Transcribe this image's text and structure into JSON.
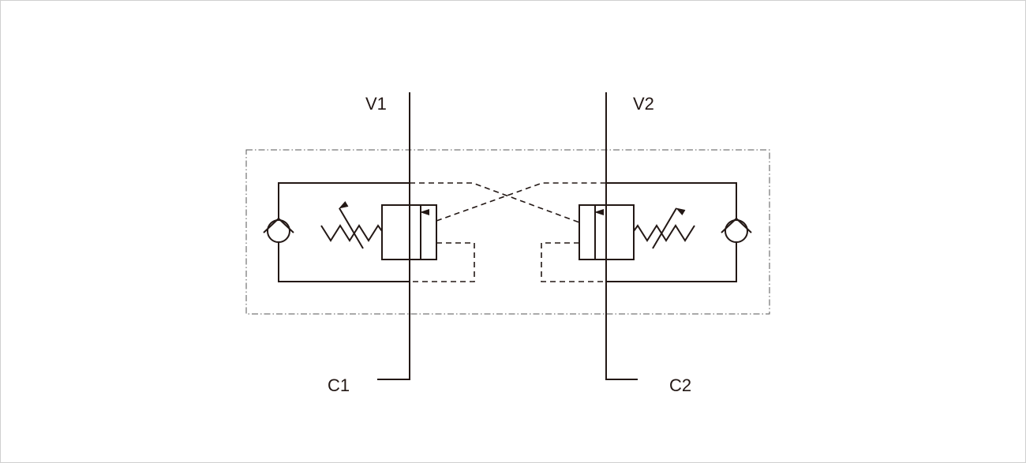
{
  "diagram": {
    "ports": {
      "v1": "V1",
      "v2": "V2",
      "c1": "C1",
      "c2": "C2"
    },
    "line_color": "#231815",
    "components": [
      "check-valve",
      "adjustable-spring",
      "pilot-operated-valve",
      "pilot-line",
      "module-boundary"
    ]
  }
}
